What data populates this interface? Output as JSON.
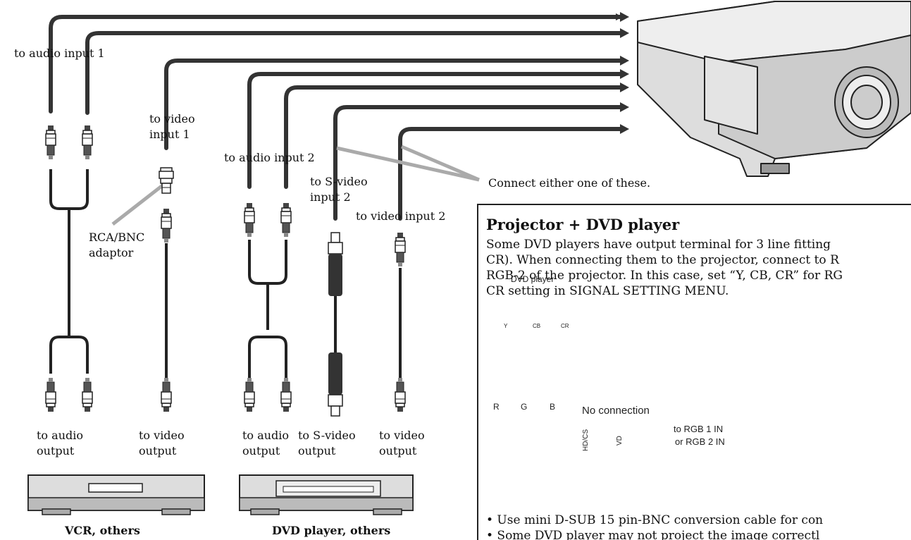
{
  "labels": {
    "audio_input_1": "to audio input 1",
    "video_input_1_line1": "to video",
    "video_input_1_line2": "input 1",
    "audio_input_2": "to audio input 2",
    "s_video_input_2_line1": "to S-video",
    "s_video_input_2_line2": "input 2",
    "video_input_2": "to video input 2",
    "connect_either": "Connect either one of these.",
    "rca_bnc_line1": "RCA/BNC",
    "rca_bnc_line2": "adaptor",
    "audio_output_1_line1": "to audio",
    "audio_output_1_line2": "output",
    "video_output_1_line1": "to video",
    "video_output_1_line2": "output",
    "audio_output_2_line1": "to audio",
    "audio_output_2_line2": "output",
    "s_video_output_line1": "to S-video",
    "s_video_output_line2": "output",
    "video_output_2_line1": "to video",
    "video_output_2_line2": "output"
  },
  "devices": {
    "vcr": "VCR, others",
    "dvd": "DVD player, others"
  },
  "note": {
    "title": "Projector + DVD player",
    "lines": [
      "Some DVD players have output terminal for 3 line fitting",
      "CR).  When connecting them to the projector, connect to R",
      "RGB-2 of the projector.  In this case, set “Y, CB, CR” for RG",
      "CR setting in SIGNAL SETTING MENU."
    ],
    "inset": {
      "dvd_label": "DVD player",
      "y": "Y",
      "cb": "CB",
      "cr": "CR",
      "r": "R",
      "g": "G",
      "b": "B",
      "no_connection": "No connection",
      "hdcs": "HD/CS",
      "vd": "VD",
      "rgb_line1": "to RGB 1 IN",
      "rgb_line2": "or RGB 2 IN"
    },
    "bullets": [
      "•  Use mini D-SUB 15 pin-BNC conversion cable for con",
      "•  Some DVD player may not project the image correctl"
    ]
  }
}
